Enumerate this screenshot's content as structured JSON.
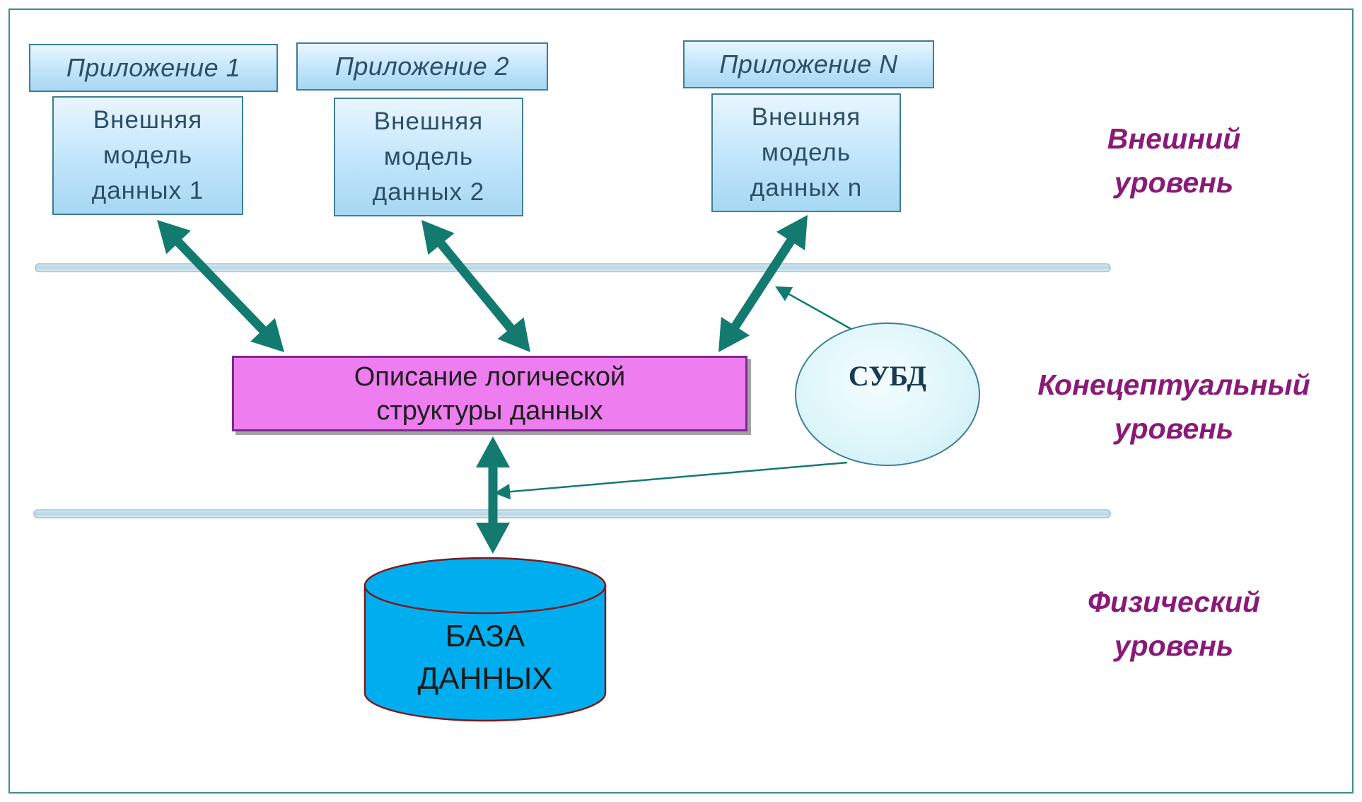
{
  "apps": [
    {
      "app_label": "Приложение 1",
      "model_label": "Внешняя\nмодель\nданных 1"
    },
    {
      "app_label": "Приложение 2",
      "model_label": "Внешняя\nмодель\nданных 2"
    },
    {
      "app_label": "Приложение N",
      "model_label": "Внешняя\nмодель\nданных n"
    }
  ],
  "levels": {
    "external": "Внешний\nуровень",
    "conceptual": "Конецептуальный\nуровень",
    "physical": "Физический\nуровень"
  },
  "logical_structure": "Описание логической\nструктуры данных",
  "dbms": "СУБД",
  "database": "БАЗА\nДАННЫХ",
  "colors": {
    "frame": "#3f8f88",
    "box_border": "#3f7e95",
    "box_fill": "#bfe4fa",
    "logical_fill": "#ee7df0",
    "database_fill": "#00aeef",
    "database_border": "#7a1a1a",
    "arrow": "#137a6f",
    "level_text": "#8a1a78"
  }
}
